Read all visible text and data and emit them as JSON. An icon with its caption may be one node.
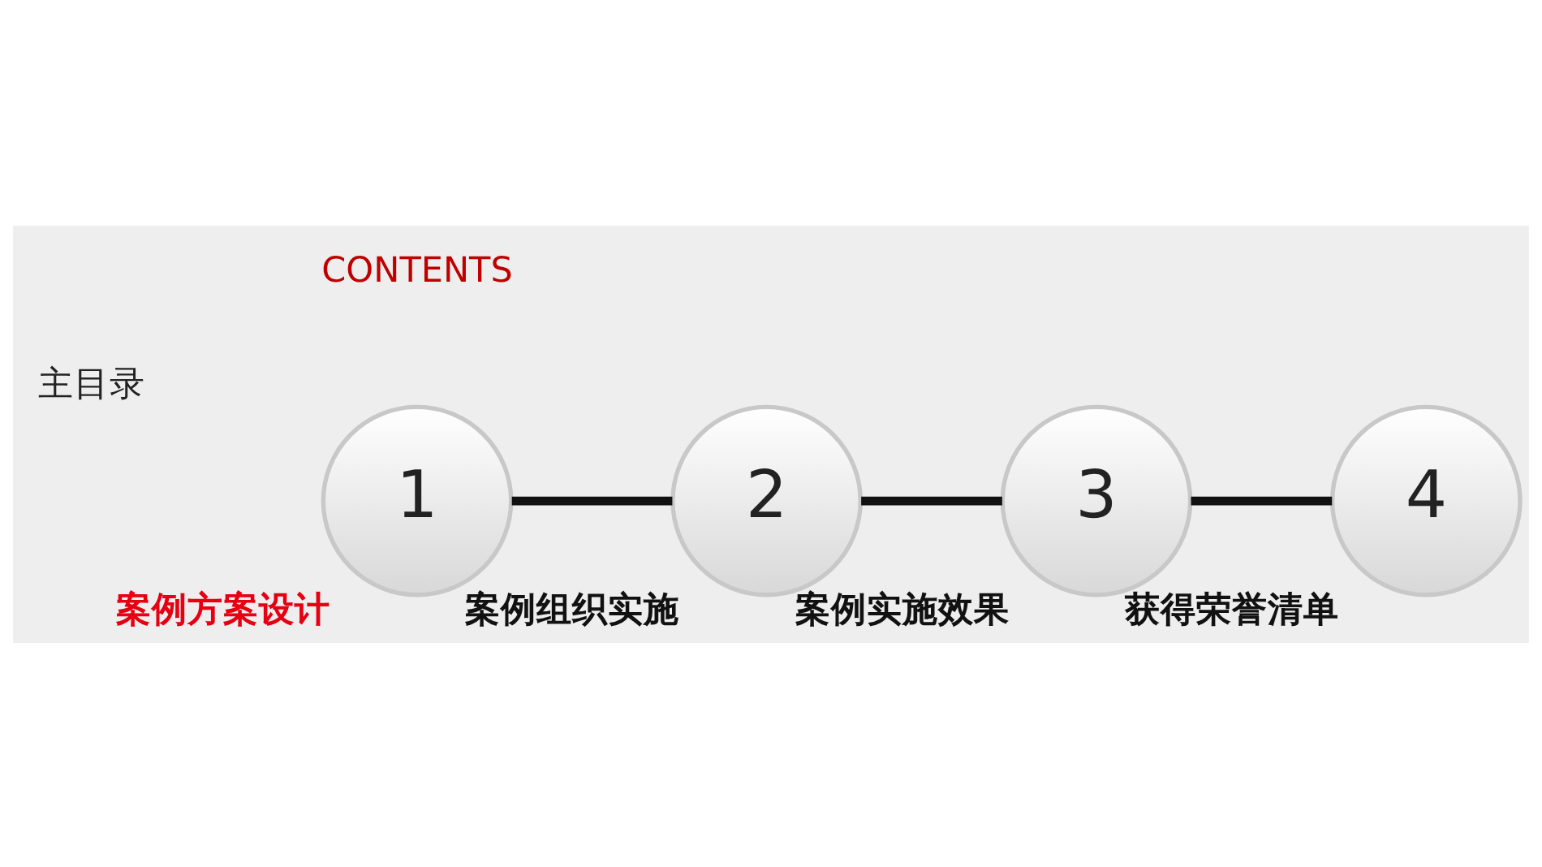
{
  "diagram": {
    "nodes": [
      {
        "text": [
          "1"
        ],
        "beside": [
          "案例方案设计"
        ]
      },
      {
        "text": [
          "2"
        ],
        "beside": [
          "案例组织实施"
        ]
      },
      {
        "text": [
          "3"
        ],
        "beside": [
          "案例实施效果"
        ]
      },
      {
        "text": [
          "4"
        ],
        "beside": [
          "获得荣誉清单"
        ]
      }
    ],
    "edges": [
      {
        "from": 0,
        "to": 1,
        "arrow": "none"
      },
      {
        "from": 1,
        "to": 2,
        "arrow": "none"
      },
      {
        "from": 2,
        "to": 3,
        "arrow": "none"
      }
    ],
    "labels": [
      "主目录",
      "CONTENTS"
    ]
  }
}
